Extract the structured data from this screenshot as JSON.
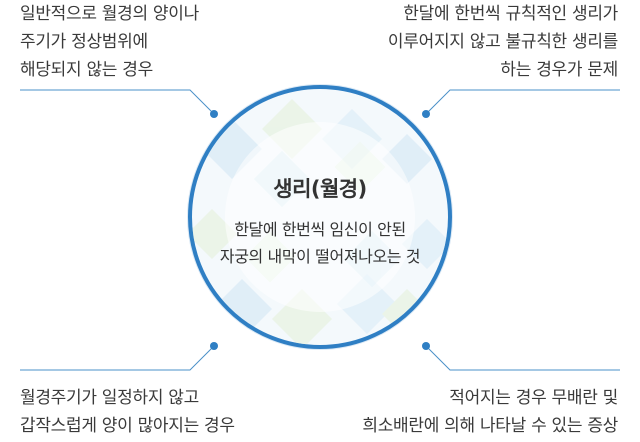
{
  "center": {
    "title": "생리(월경)",
    "description": [
      "한달에 한번씩 임신이 안된",
      "자궁의 내막이 떨어져나오는 것"
    ]
  },
  "top_left": [
    "일반적으로 월경의 양이나",
    "주기가 정상범위에",
    "해당되지 않는 경우"
  ],
  "top_right": [
    "한달에 한번씩 규칙적인 생리가",
    "이루어지지 않고 불규칙한 생리를",
    "하는 경우가 문제"
  ],
  "bottom_left": [
    "월경주기가 일정하지 않고",
    "갑작스럽게 양이 많아지는 경우"
  ],
  "bottom_right": [
    "적어지는 경우 무배란 및",
    "희소배란에 의해 나타날 수 있는 증상"
  ],
  "colors": {
    "accent": "#2f7fc4",
    "connector": "#4a90c8",
    "tile_blue": "#cfe6f3",
    "tile_green": "#e3f1d8"
  }
}
